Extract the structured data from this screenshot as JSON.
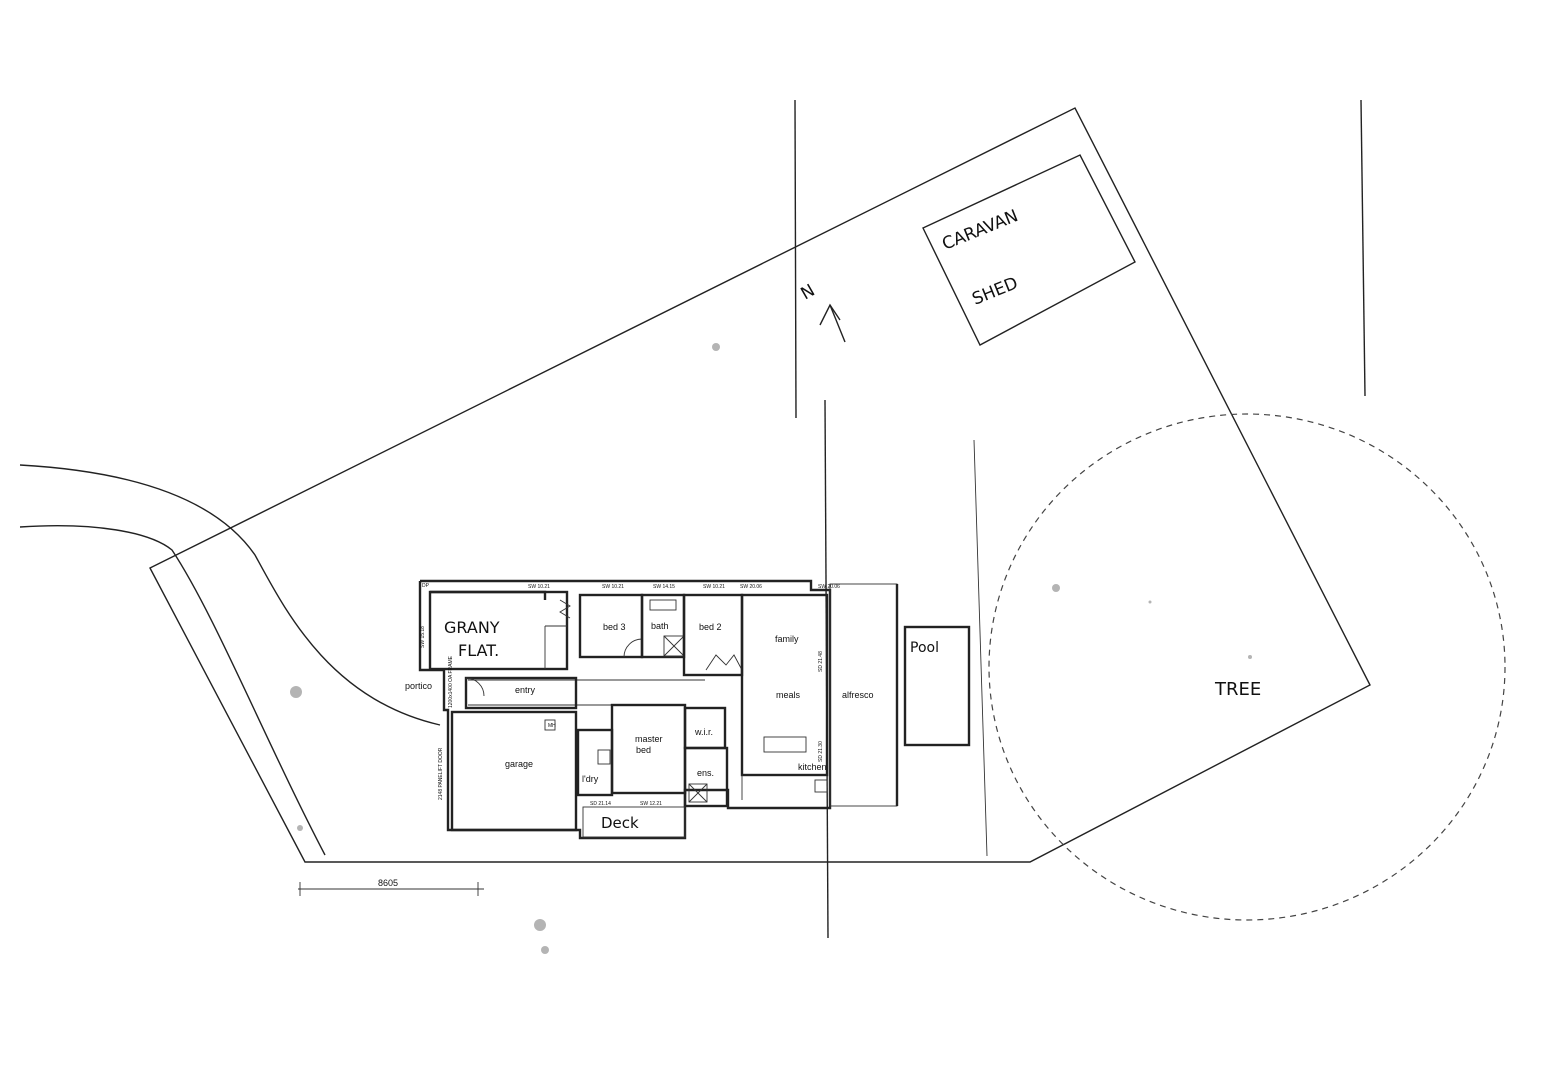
{
  "labels": {
    "caravan": "CARAVAN",
    "shed": "SHED",
    "north": "N",
    "granny": "GRANY",
    "flat": "FLAT.",
    "tree": "TREE",
    "pool": "Pool",
    "deck": "Deck"
  },
  "rooms": {
    "bed3": "bed 3",
    "bath": "bath",
    "bed2": "bed 2",
    "family": "family",
    "meals": "meals",
    "alfresco": "alfresco",
    "kitchen": "kitchen",
    "entry": "entry",
    "portico": "portico",
    "garage": "garage",
    "master": "master",
    "bed": "bed",
    "wir": "w.i.r.",
    "ens": "ens.",
    "ldry": "l'dry"
  },
  "dimensions": {
    "site_width": "8605"
  },
  "window_codes": {
    "w1": "SW 10.21",
    "w2": "SW 10.21",
    "w3": "SW 14.15",
    "w4": "SW 10.21",
    "w5": "SW 20.06",
    "w6": "SW 20.06",
    "w7": "SW 15.18",
    "w8": "SD 21.14",
    "w9": "SW 12.21",
    "w10": "SD 21.48",
    "w11": "SD 21.30",
    "garage_door": "2148 PANELIFT DOOR",
    "frame": "1200x1400 OA FRAME",
    "mh": "MH",
    "dp": "DP"
  }
}
